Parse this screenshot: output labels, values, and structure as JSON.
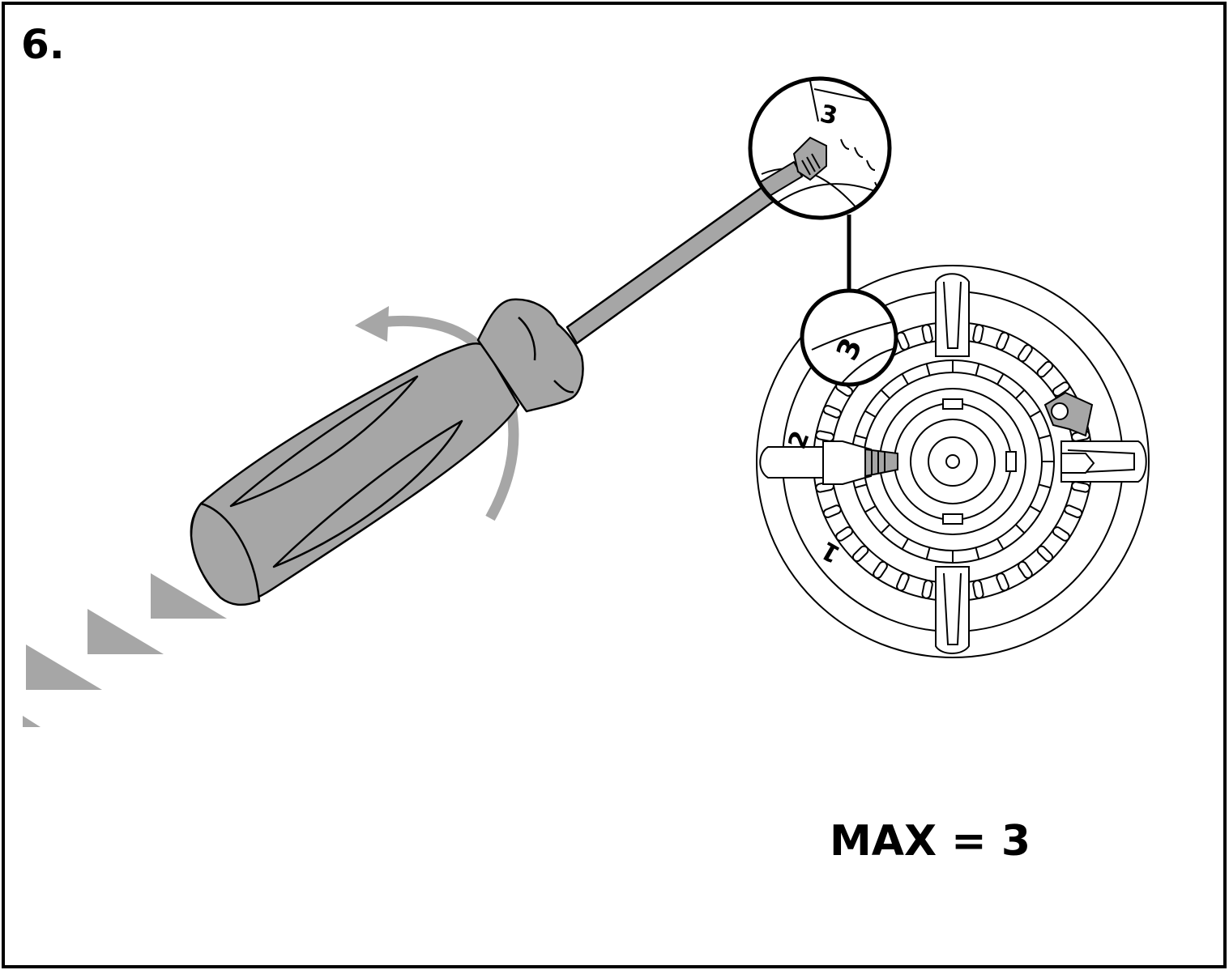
{
  "step": {
    "number": "6."
  },
  "dial": {
    "labels": {
      "one": "1",
      "two": "2",
      "three": "3"
    }
  },
  "zoom_callout": {
    "label": "3"
  },
  "caption": "MAX = 3",
  "colors": {
    "outline": "#000000",
    "tool_fill": "#a6a6a6",
    "rotation_arrow": "#a6a6a6",
    "background": "#ffffff"
  },
  "icons": {
    "screwdriver": "screwdriver-icon",
    "rotation": "rotate-counterclockwise-arrow-icon",
    "motion": "motion-triangles-icon",
    "burner": "gas-burner-icon",
    "magnifier": "zoom-circle-icon"
  }
}
